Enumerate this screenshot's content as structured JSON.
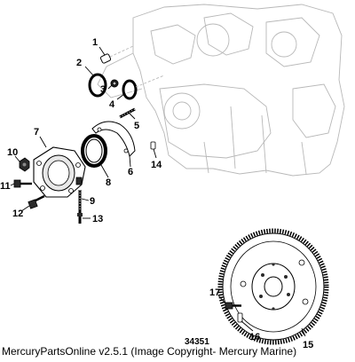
{
  "callouts": [
    "1",
    "2",
    "3",
    "4",
    "5",
    "6",
    "7",
    "8",
    "9",
    "10",
    "11",
    "12",
    "13",
    "14",
    "15",
    "16",
    "17"
  ],
  "figure_number": "34351",
  "copyright": "MercuryPartsOnline v2.5.1 (Image Copyright- Mercury Marine)",
  "colors": {
    "line": "#000000",
    "ghost": "#b8b8b8",
    "background": "#ffffff"
  }
}
